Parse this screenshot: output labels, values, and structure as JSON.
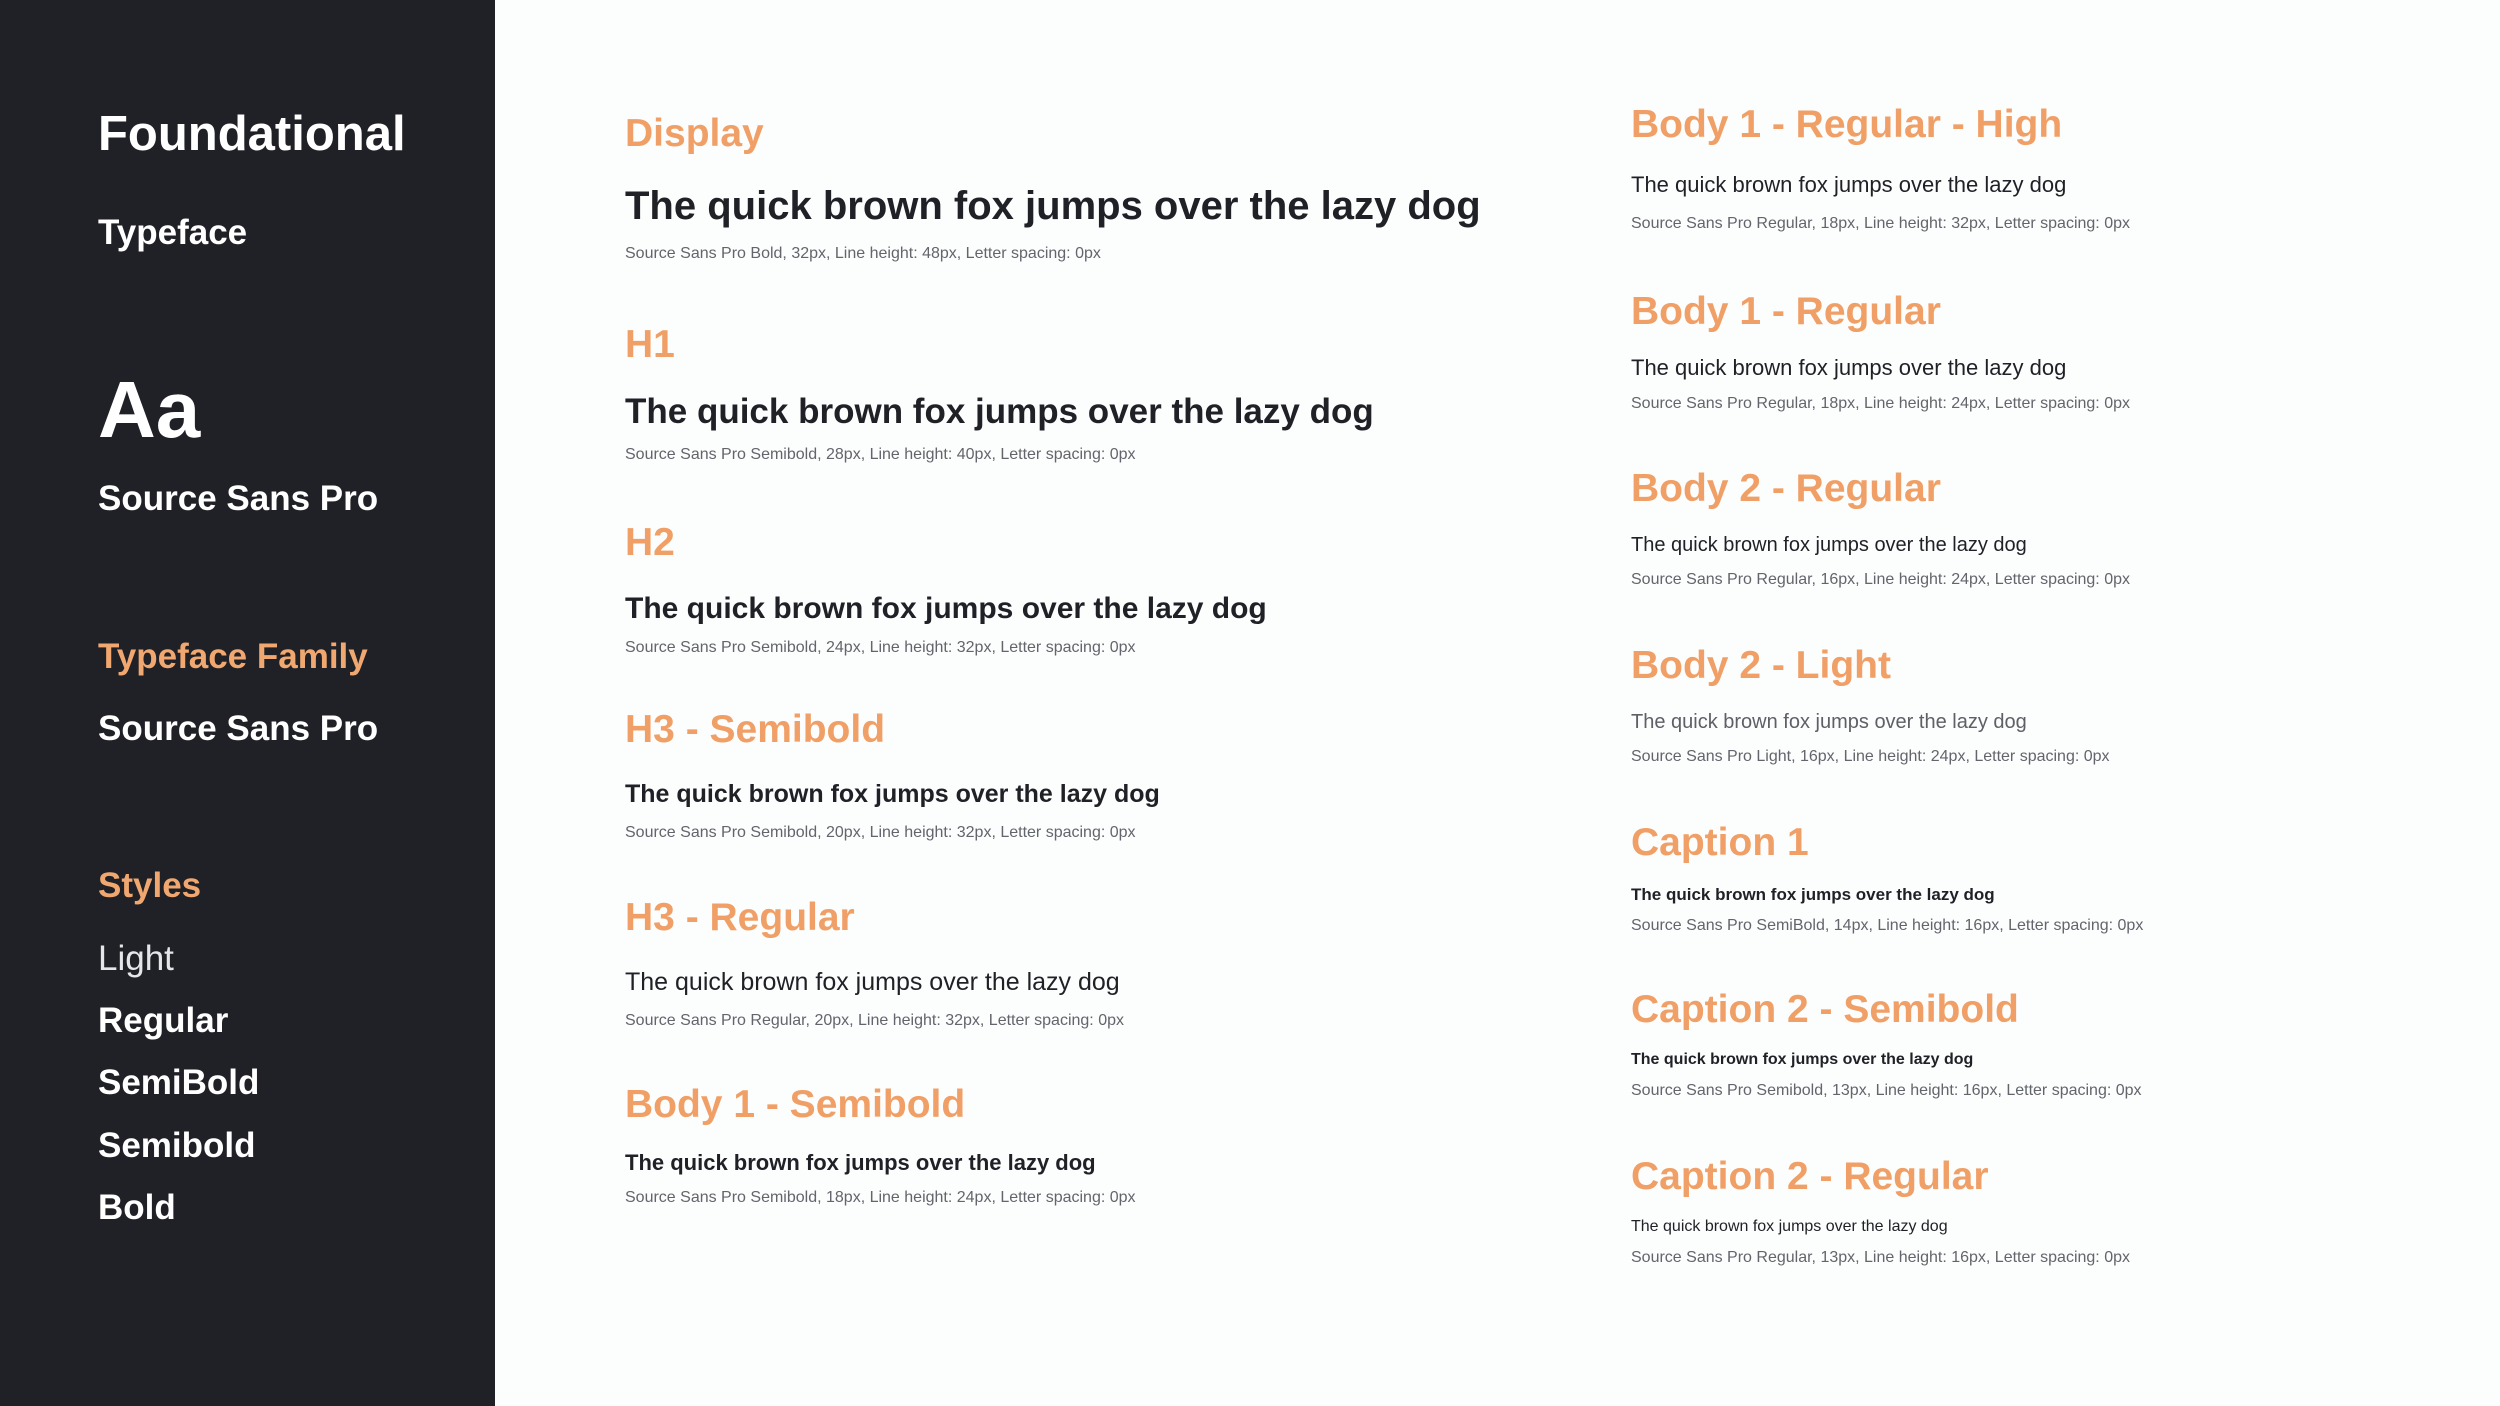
{
  "sidebar": {
    "title": "Foundational",
    "typeface_label": "Typeface",
    "aa_sample": "Aa",
    "typeface_name": "Source Sans Pro",
    "family_label": "Typeface Family",
    "family_name": "Source Sans Pro",
    "styles_label": "Styles",
    "styles": [
      "Light",
      "Regular",
      "SemiBold",
      "Semibold",
      "Bold"
    ]
  },
  "sample_text": "The quick brown fox jumps over the lazy dog",
  "left_column": [
    {
      "name": "Display",
      "sample": "The quick brown fox jumps over the lazy dog",
      "desc": "Source Sans Pro Bold, 32px, Line height: 48px, Letter spacing: 0px"
    },
    {
      "name": "H1",
      "sample": "The quick brown fox jumps over the lazy dog",
      "desc": "Source Sans Pro Semibold, 28px, Line height: 40px, Letter spacing: 0px"
    },
    {
      "name": "H2",
      "sample": "The quick brown fox jumps over the lazy dog",
      "desc": "Source Sans Pro Semibold, 24px, Line height: 32px, Letter spacing: 0px"
    },
    {
      "name": "H3 - Semibold",
      "sample": "The quick brown fox jumps over the lazy dog",
      "desc": "Source Sans Pro Semibold, 20px, Line height: 32px, Letter spacing: 0px"
    },
    {
      "name": "H3 - Regular",
      "sample": "The quick brown fox jumps over the lazy dog",
      "desc": "Source Sans Pro Regular, 20px, Line height: 32px, Letter spacing: 0px"
    },
    {
      "name": "Body 1 - Semibold",
      "sample": "The quick brown fox jumps over the lazy dog",
      "desc": "Source Sans Pro Semibold, 18px, Line height: 24px, Letter spacing: 0px"
    }
  ],
  "right_column": [
    {
      "name": "Body 1 - Regular - High",
      "sample": "The quick brown fox jumps over the lazy dog",
      "desc": "Source Sans Pro Regular, 18px, Line height: 32px, Letter spacing: 0px"
    },
    {
      "name": "Body 1 - Regular",
      "sample": "The quick brown fox jumps over the lazy dog",
      "desc": "Source Sans Pro Regular, 18px, Line height: 24px, Letter spacing: 0px"
    },
    {
      "name": "Body 2 - Regular",
      "sample": "The quick brown fox jumps over the lazy dog",
      "desc": "Source Sans Pro Regular, 16px, Line height: 24px, Letter spacing: 0px"
    },
    {
      "name": "Body 2 - Light",
      "sample": "The quick brown fox jumps over the lazy dog",
      "desc": "Source Sans Pro Light, 16px, Line height: 24px, Letter spacing: 0px"
    },
    {
      "name": "Caption 1",
      "sample": "The quick brown fox jumps over the lazy dog",
      "desc": "Source Sans Pro SemiBold, 14px, Line height: 16px, Letter spacing: 0px"
    },
    {
      "name": "Caption 2 - Semibold",
      "sample": "The quick brown fox jumps over the lazy dog",
      "desc": "Source Sans Pro Semibold, 13px, Line height: 16px, Letter spacing: 0px"
    },
    {
      "name": "Caption 2 - Regular",
      "sample": "The quick brown fox jumps over the lazy dog",
      "desc": "Source Sans Pro Regular, 13px, Line height: 16px, Letter spacing: 0px"
    }
  ],
  "colors": {
    "sidebar_bg": "#202126",
    "accent": "#f0a066",
    "text_dark": "#1f2126",
    "desc_gray": "#62656b",
    "page_bg": "#fcfdfd"
  }
}
